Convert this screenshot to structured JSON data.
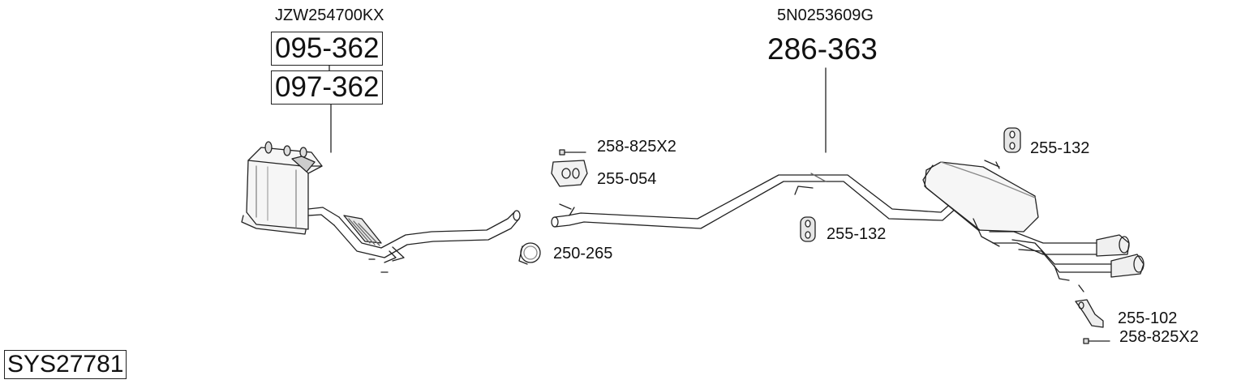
{
  "system_id": "SYS27781",
  "labels": {
    "dpf_oem": "JZW254700KX",
    "dpf_part_1": "095-362",
    "dpf_part_2": "097-362",
    "rear_oem": "5N0253609G",
    "rear_part": "286-363",
    "bolt_top": "258-825X2",
    "mount_front": "255-054",
    "clamp": "250-265",
    "rubber_mid": "255-132",
    "rubber_right": "255-132",
    "bracket_rear": "255-102",
    "bolt_rear": "258-825X2"
  },
  "icons": {
    "dpf": "diesel-particulate-filter-icon",
    "front_pipe": "flex-pipe-icon",
    "rear_assembly": "rear-silencer-icon",
    "clamp": "pipe-clamp-icon",
    "rubber": "rubber-hanger-icon",
    "mount": "mounting-bracket-icon",
    "bolt": "bolt-icon"
  }
}
